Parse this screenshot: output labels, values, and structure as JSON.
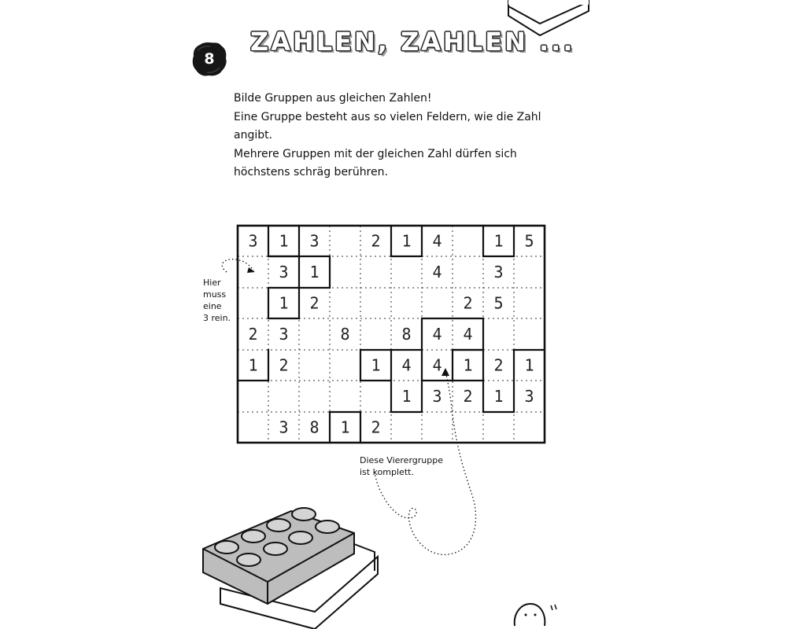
{
  "page": {
    "number": "8",
    "title": "ZAHLEN, ZAHLEN ...",
    "instructions": [
      "Bilde Gruppen aus gleichen Zahlen!",
      "Eine Gruppe besteht aus so vielen Feldern, wie die Zahl",
      "angibt.",
      "Mehrere Gruppen mit der gleichen Zahl dürfen sich",
      "höchstens schräg berühren."
    ]
  },
  "annotations": {
    "left": [
      "Hier",
      "muss",
      "eine",
      "3 rein."
    ],
    "bottom": [
      "Diese Vierergruppe",
      "ist komplett."
    ]
  },
  "puzzle": {
    "rows": 7,
    "cols": 10,
    "cells": [
      [
        "3",
        "1",
        "3",
        "",
        "2",
        "1",
        "4",
        "",
        "1",
        "5"
      ],
      [
        "",
        "3",
        "1",
        "",
        "",
        "",
        "4",
        "",
        "3",
        ""
      ],
      [
        "",
        "1",
        "2",
        "",
        "",
        "",
        "",
        "2",
        "5",
        ""
      ],
      [
        "2",
        "3",
        "",
        "8",
        "",
        "8",
        "4",
        "4",
        "",
        ""
      ],
      [
        "1",
        "2",
        "",
        "",
        "1",
        "4",
        "4",
        "1",
        "2",
        "1"
      ],
      [
        "",
        "",
        "",
        "",
        "",
        "1",
        "3",
        "2",
        "1",
        "3"
      ],
      [
        "",
        "3",
        "8",
        "1",
        "2",
        "",
        "",
        "",
        "",
        ""
      ]
    ]
  }
}
